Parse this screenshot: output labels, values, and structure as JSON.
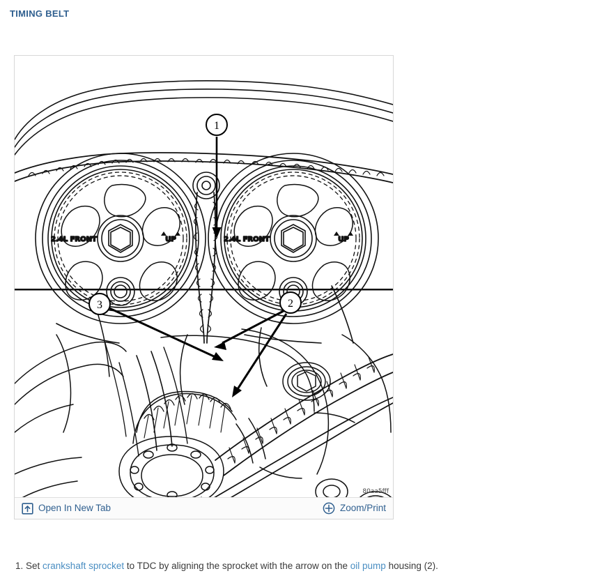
{
  "page": {
    "title": "TIMING BELT",
    "title_color": "#2f5f8f",
    "link_color": "#4a8ec2",
    "background": "#ffffff"
  },
  "figure": {
    "panel_border_color": "#d7d7d7",
    "watermark": "80aa5fff",
    "upper_diagram": {
      "description": "camshaft sprockets with timing belt",
      "callouts": [
        {
          "id": "1",
          "label": "1"
        }
      ],
      "sprocket_left": {
        "cast_label_left": "2.4L FRONT",
        "cast_label_right": "UP"
      },
      "sprocket_right": {
        "cast_label_left": "2.4L FRONT",
        "cast_label_right": "UP"
      }
    },
    "lower_diagram": {
      "description": "crankshaft sprocket and oil pump housing",
      "callouts": [
        {
          "id": "2",
          "label": "2"
        },
        {
          "id": "3",
          "label": "3"
        }
      ]
    },
    "toolbar": {
      "open_new_tab_label": "Open In New Tab",
      "open_new_tab_icon": "open-in-new-tab-icon",
      "zoom_print_label": "Zoom/Print",
      "zoom_print_icon": "plus-circle-icon"
    }
  },
  "steps": [
    {
      "number": "1.",
      "parts": [
        {
          "type": "text",
          "value": "Set "
        },
        {
          "type": "link",
          "value": "crankshaft sprocket"
        },
        {
          "type": "text",
          "value": " to TDC by aligning the sprocket with the arrow on the "
        },
        {
          "type": "link",
          "value": "oil pump"
        },
        {
          "type": "text",
          "value": " housing (2)."
        }
      ]
    }
  ]
}
